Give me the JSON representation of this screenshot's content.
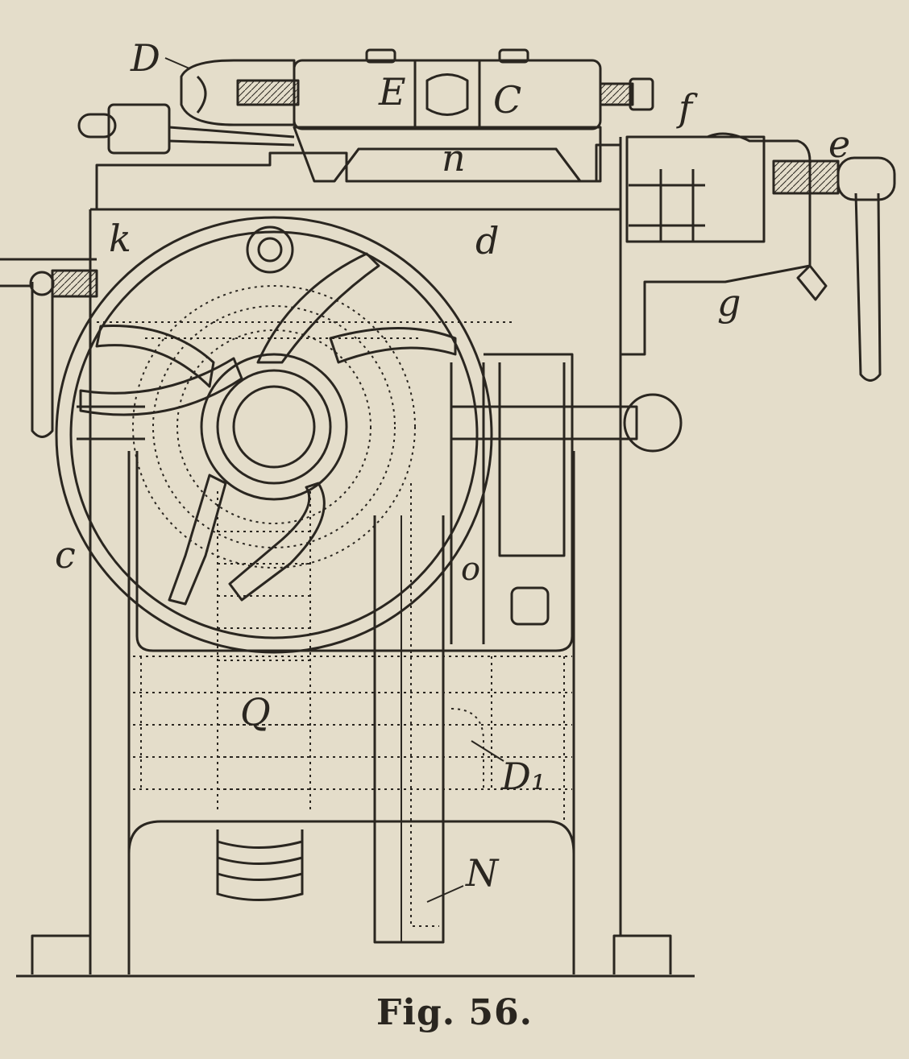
{
  "caption": "Fig. 56.",
  "labels": {
    "D_top": "D",
    "E_top": "E",
    "C_top": "C",
    "n": "n",
    "f": "f",
    "e": "e",
    "d": "d",
    "k": "k",
    "g": "g",
    "c_left": "c",
    "o": "o",
    "Q": "Q",
    "D1": "D₁",
    "N": "N"
  },
  "colors": {
    "paper": "#e4ddca",
    "ink": "#2a2620"
  }
}
